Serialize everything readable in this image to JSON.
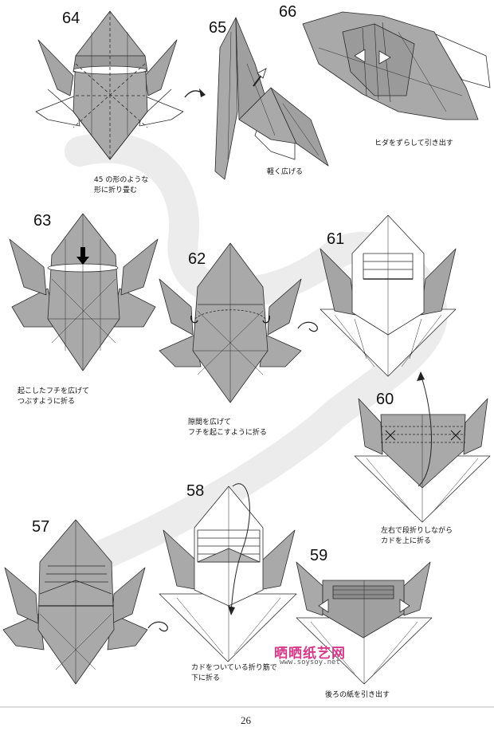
{
  "steps": [
    {
      "num": "64",
      "caption": [
        "45 の形のような",
        "形に折り畳む"
      ]
    },
    {
      "num": "65",
      "caption": [
        "軽く広げる"
      ]
    },
    {
      "num": "66",
      "caption": [
        "ヒダをずらして引き出す"
      ]
    },
    {
      "num": "63",
      "caption": [
        "起こしたフチを広げて",
        "つぶすように折る"
      ]
    },
    {
      "num": "62",
      "caption": [
        "隙間を広げて",
        "フチを起こすように折る"
      ]
    },
    {
      "num": "61",
      "caption": []
    },
    {
      "num": "60",
      "caption": [
        "左右で段折りしながら",
        "カドを上に折る"
      ]
    },
    {
      "num": "58",
      "caption": [
        "カドをついている折り筋で",
        "下に折る"
      ]
    },
    {
      "num": "57",
      "caption": []
    },
    {
      "num": "59",
      "caption": [
        "後ろの紙を引き出す"
      ]
    }
  ],
  "page_number": "26",
  "watermark": {
    "title": "晒晒纸艺网",
    "url": "www.soysoy.net"
  },
  "colors": {
    "paper_gray": "#a9a9a9",
    "paper_dark": "#8d8d8d",
    "paper_white": "#ffffff",
    "line": "#2a2a2a",
    "watermark": "#d8388a"
  }
}
